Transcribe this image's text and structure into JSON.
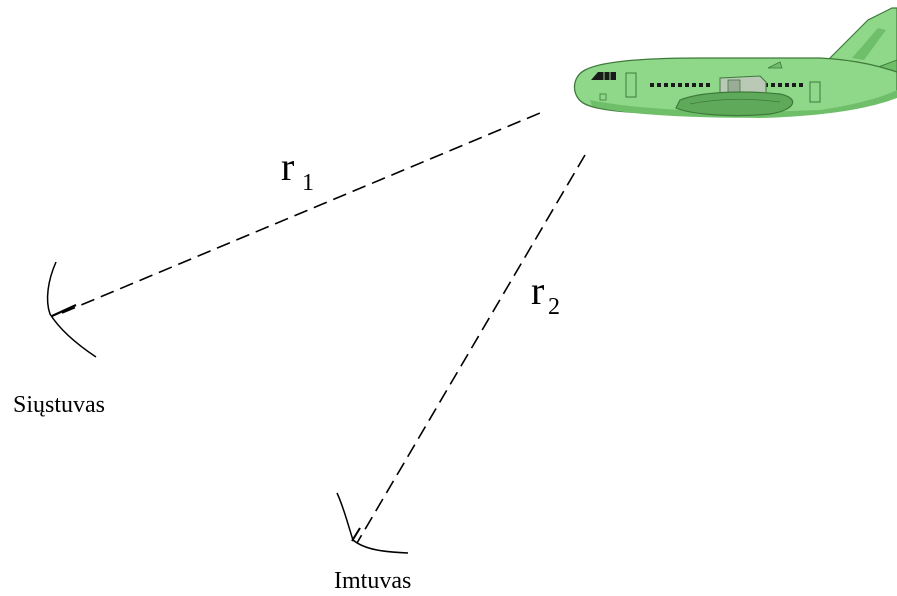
{
  "diagram": {
    "transmitter_label": "Siųstuvas",
    "receiver_label": "Imtuvas",
    "path1": {
      "symbol": "r",
      "subscript": "1"
    },
    "path2": {
      "symbol": "r",
      "subscript": "2"
    }
  },
  "colors": {
    "line": "#000000",
    "aircraft_body": "#8fd88a",
    "aircraft_shade": "#5faa5a",
    "aircraft_outline": "#3e7a3a",
    "background": "#ffffff"
  },
  "icons": {
    "aircraft": "airplane-icon",
    "transmitter_antenna": "dish-antenna-icon",
    "receiver_antenna": "dish-antenna-icon"
  }
}
